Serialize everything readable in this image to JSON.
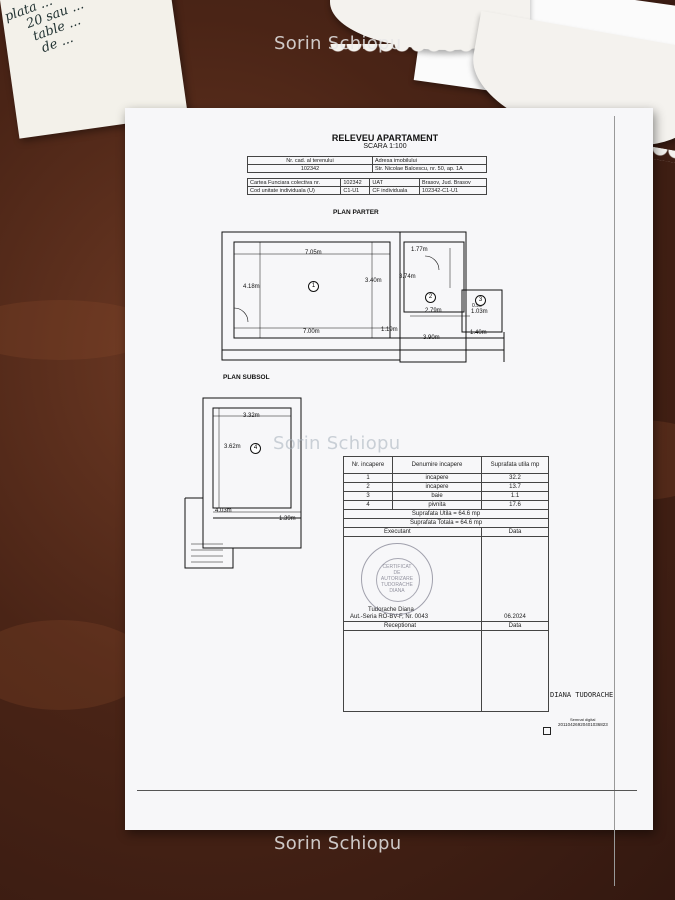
{
  "handwritten_note": [
    "plata ...",
    "20 sau ...",
    "table ...",
    "de ..."
  ],
  "watermarks": [
    "Sorin Schiopu",
    "Sorin Schiopu",
    "Sorin Schiopu"
  ],
  "document": {
    "title": "RELEVEU APARTAMENT",
    "scale": "SCARA 1:100",
    "header_table": {
      "rows": [
        [
          "Nr. cad. al terenului",
          "",
          "Adresa imobilului",
          ""
        ],
        [
          "102342",
          "",
          "Str. Nicolae Balcescu, nr. 50, ap. 1A",
          ""
        ],
        [
          "Cartea Funciara colectiva nr.",
          "102342",
          "UAT",
          "Brasov, Jud. Brasov"
        ],
        [
          "Cod unitate individuala (U)",
          "C1-U1",
          "CF individuala",
          "102342-C1-U1"
        ]
      ]
    },
    "plan_parter": {
      "label": "PLAN PARTER",
      "dimensions": [
        "7.05m",
        "4.18m",
        "3.40m",
        "7.00m",
        "1.19m",
        "1.77m",
        "3.74m",
        "2.79m",
        "1.03m",
        "1.40m",
        "3.90m",
        "0.98"
      ],
      "rooms": [
        "1",
        "2",
        "3"
      ]
    },
    "plan_subsol": {
      "label": "PLAN SUBSOL",
      "dimensions": [
        "3.32m",
        "3.62m",
        "4.03m",
        "1.39m"
      ],
      "rooms": [
        "4"
      ]
    },
    "area_table": {
      "headers": [
        "Nr. incapere",
        "Denumire incapere",
        "Suprafata utila mp"
      ],
      "rows": [
        [
          "1",
          "incapere",
          "32.2"
        ],
        [
          "2",
          "incapere",
          "13.7"
        ],
        [
          "3",
          "baie",
          "1.1"
        ],
        [
          "4",
          "pivnita",
          "17.6"
        ]
      ],
      "suprafata_utila": "Suprafata Utila = 64.6 mp",
      "suprafata_totala": "Suprafata Totala = 64.6 mp",
      "executant_label": "Executant",
      "data_label": "Data",
      "executant_name": "Tudorache Diana",
      "executant_auth": "Aut.-Seria RO-BV-F, Nr. 0043",
      "executant_date": "06.2024",
      "receptionat_label": "Receptionat",
      "data_label_2": "Data"
    },
    "stamp": {
      "outer_text": "CERTIFICAT DE AUTORIZARE",
      "lines": [
        "CERTIFICAT",
        "DE",
        "AUTORIZARE",
        "TUDORACHE",
        "DIANA"
      ]
    },
    "digital_signature": {
      "name": "DIANA TUDORACHE",
      "note": "Semnat digital",
      "code": "20110426920401036823"
    }
  }
}
